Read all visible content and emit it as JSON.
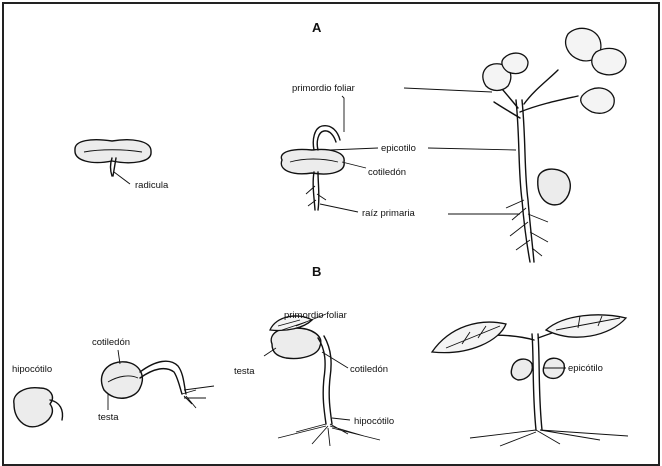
{
  "sections": {
    "a": "A",
    "b": "B"
  },
  "labels": {
    "radicula": "radicula",
    "primordio_foliar_a": "primordio foliar",
    "epicotilo_a": "epicotilo",
    "cotiledon_a": "cotiledón",
    "raiz_primaria": "raíz primaria",
    "hipocotilo_left": "hipocótilo",
    "cotiledon_b1": "cotiledón",
    "testa_b1": "testa",
    "primordio_foliar_b": "primordio foliar",
    "testa_b2": "testa",
    "cotiledon_b2": "cotiledón",
    "hipocotilo_b": "hipocótilo",
    "epicotilo_b": "epicótilo"
  }
}
